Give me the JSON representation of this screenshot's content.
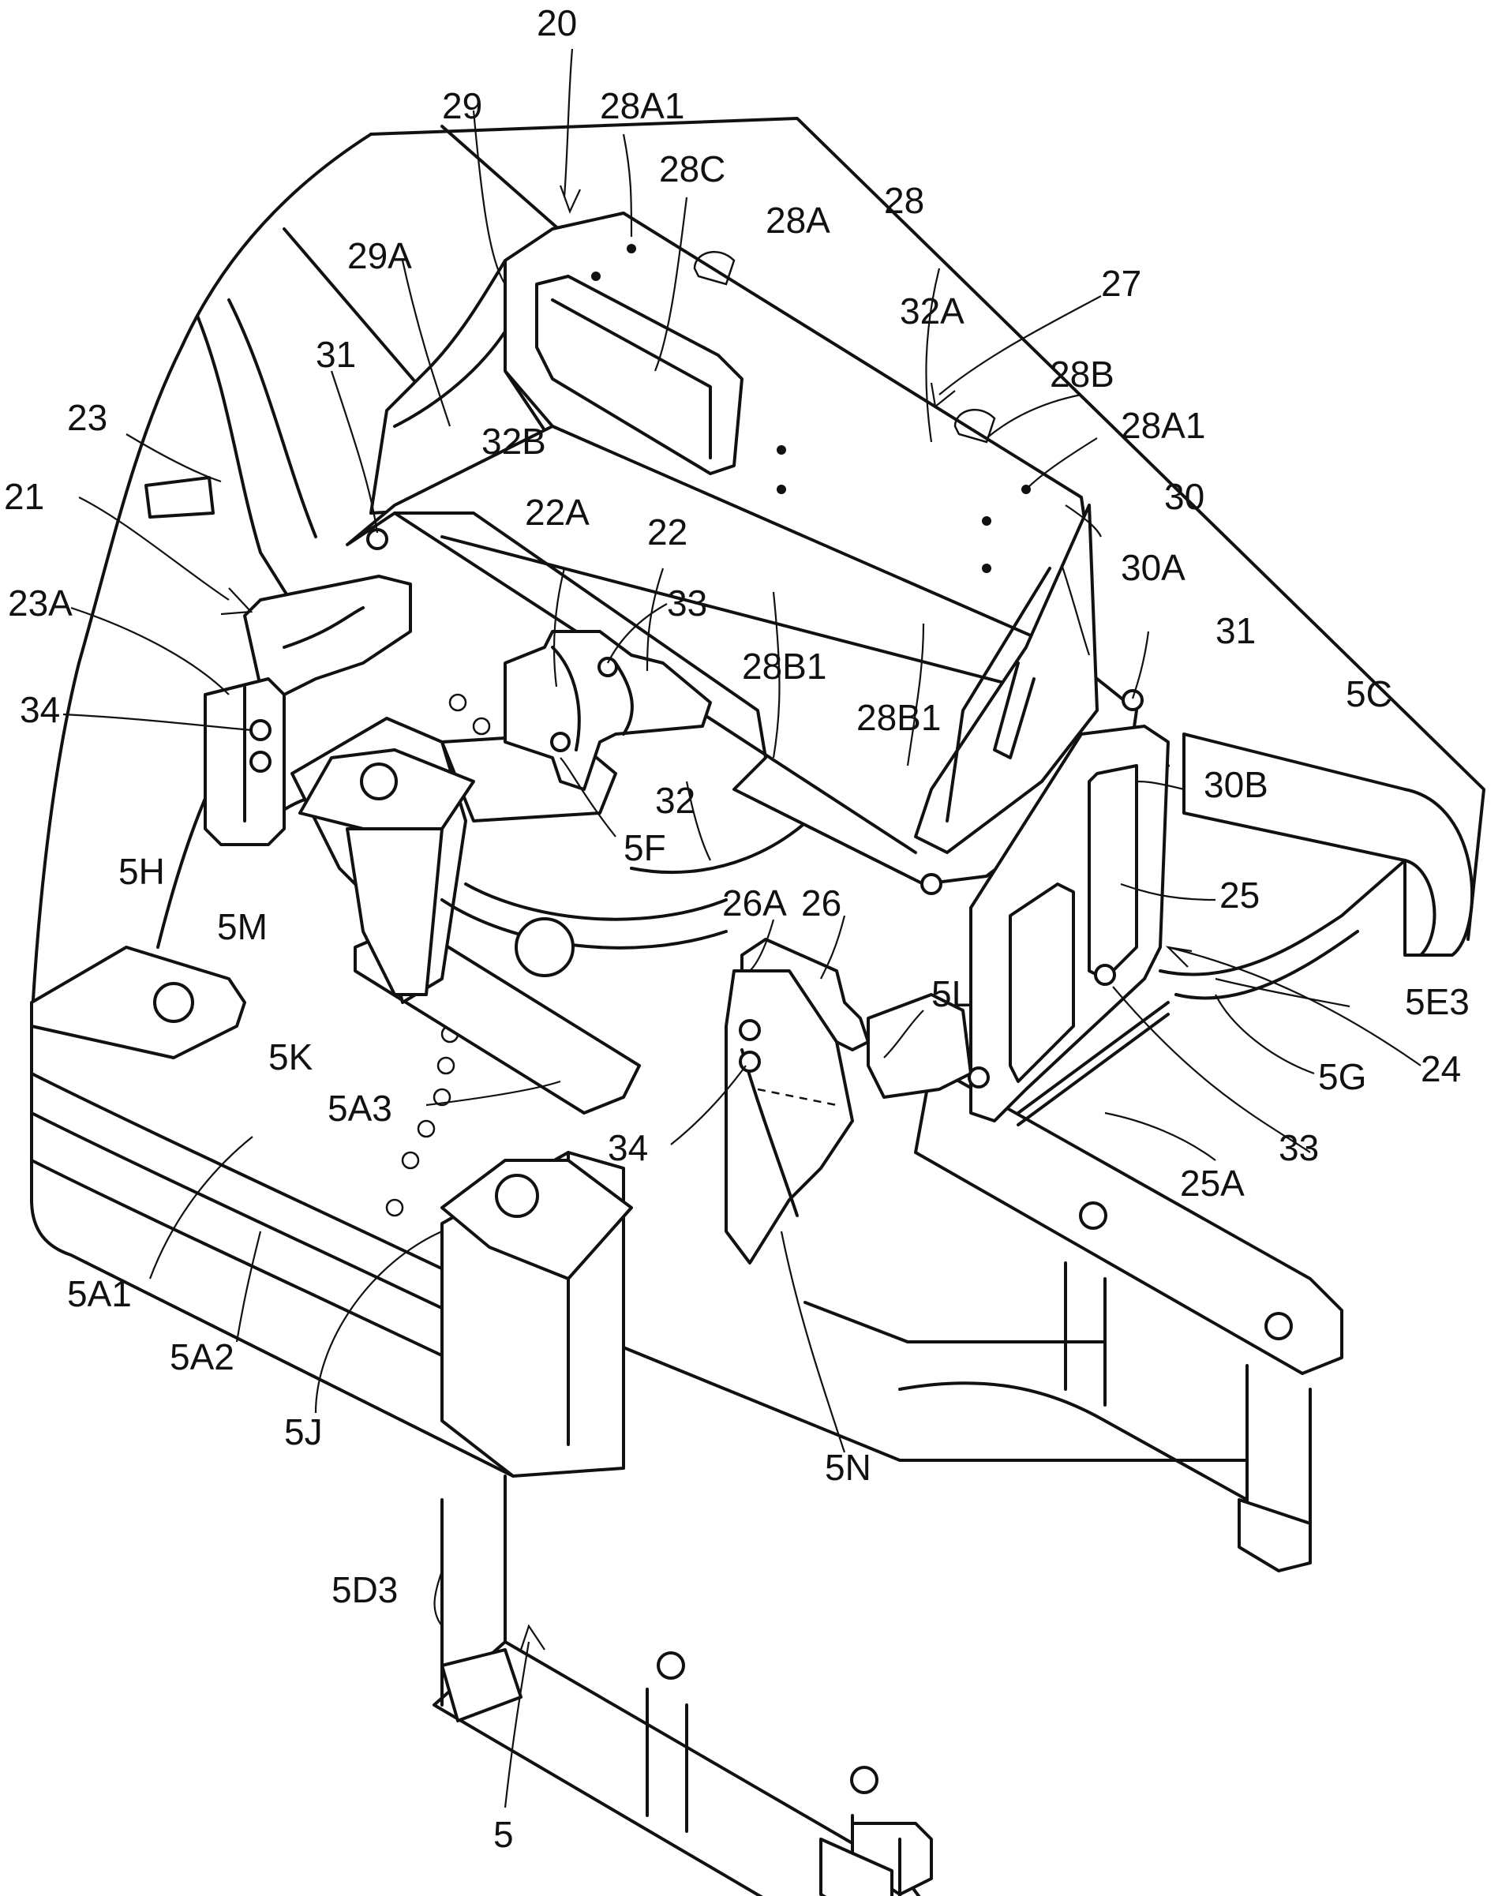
{
  "labels": [
    {
      "id": "20",
      "text": "20"
    },
    {
      "id": "29",
      "text": "29"
    },
    {
      "id": "28A1-top",
      "text": "28A1"
    },
    {
      "id": "28C",
      "text": "28C"
    },
    {
      "id": "28A",
      "text": "28A"
    },
    {
      "id": "28",
      "text": "28"
    },
    {
      "id": "27",
      "text": "27"
    },
    {
      "id": "32A",
      "text": "32A"
    },
    {
      "id": "29A",
      "text": "29A"
    },
    {
      "id": "28B",
      "text": "28B"
    },
    {
      "id": "28A1-right",
      "text": "28A1"
    },
    {
      "id": "31-left",
      "text": "31"
    },
    {
      "id": "23",
      "text": "23"
    },
    {
      "id": "32B",
      "text": "32B"
    },
    {
      "id": "30",
      "text": "30"
    },
    {
      "id": "21",
      "text": "21"
    },
    {
      "id": "22A",
      "text": "22A"
    },
    {
      "id": "22",
      "text": "22"
    },
    {
      "id": "30A",
      "text": "30A"
    },
    {
      "id": "23A",
      "text": "23A"
    },
    {
      "id": "33-top",
      "text": "33"
    },
    {
      "id": "31-right",
      "text": "31"
    },
    {
      "id": "28B1-left",
      "text": "28B1"
    },
    {
      "id": "5C",
      "text": "5C"
    },
    {
      "id": "34-left",
      "text": "34"
    },
    {
      "id": "28B1-right",
      "text": "28B1"
    },
    {
      "id": "32",
      "text": "32"
    },
    {
      "id": "30B",
      "text": "30B"
    },
    {
      "id": "5F",
      "text": "5F"
    },
    {
      "id": "5H",
      "text": "5H"
    },
    {
      "id": "26A",
      "text": "26A"
    },
    {
      "id": "26",
      "text": "26"
    },
    {
      "id": "25",
      "text": "25"
    },
    {
      "id": "5M",
      "text": "5M"
    },
    {
      "id": "5L",
      "text": "5L"
    },
    {
      "id": "5E3",
      "text": "5E3"
    },
    {
      "id": "5K",
      "text": "5K"
    },
    {
      "id": "5G",
      "text": "5G"
    },
    {
      "id": "24",
      "text": "24"
    },
    {
      "id": "5A3",
      "text": "5A3"
    },
    {
      "id": "34-right",
      "text": "34"
    },
    {
      "id": "33-bottom",
      "text": "33"
    },
    {
      "id": "25A",
      "text": "25A"
    },
    {
      "id": "5A1",
      "text": "5A1"
    },
    {
      "id": "5N",
      "text": "5N"
    },
    {
      "id": "5A2",
      "text": "5A2"
    },
    {
      "id": "5J",
      "text": "5J"
    },
    {
      "id": "5D3",
      "text": "5D3"
    },
    {
      "id": "5",
      "text": "5"
    }
  ]
}
